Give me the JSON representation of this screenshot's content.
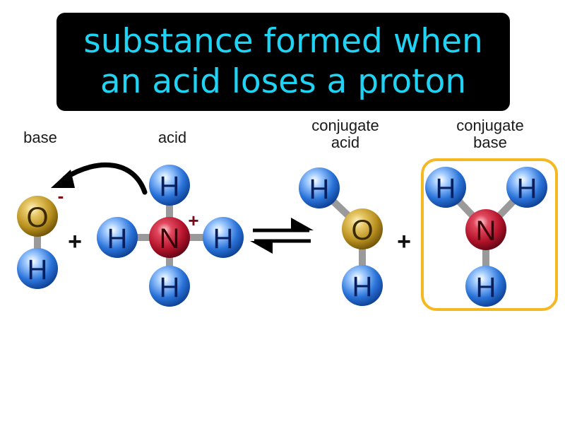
{
  "title": {
    "line1": "substance formed when",
    "line2": "an acid loses a proton"
  },
  "labels": {
    "base": "base",
    "acid": "acid",
    "conjugate_acid_line1": "conjugate",
    "conjugate_acid_line2": "acid",
    "conjugate_base_line1": "conjugate",
    "conjugate_base_line2": "base"
  },
  "atoms": {
    "hydrogen": "H",
    "oxygen": "O",
    "nitrogen": "N"
  },
  "signs": {
    "plus": "+",
    "minus": "-",
    "charge_plus": "+"
  },
  "colors": {
    "title_background": "#000000",
    "title_text": "#1fd3f5",
    "hydrogen": "#2a73d9",
    "oxygen": "#b8901e",
    "nitrogen": "#b3132b",
    "highlight_border": "#f5b820",
    "charge_sign": "#7a0a18"
  },
  "icons": {
    "proton_transfer_arrow": "curved-arrow-icon",
    "equilibrium": "equilibrium-arrows-icon"
  }
}
